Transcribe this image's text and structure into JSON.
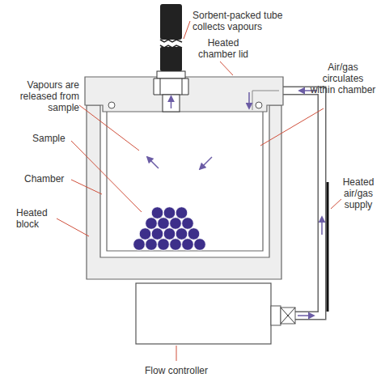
{
  "diagram": {
    "labels": [
      "Sorbent-packed tube collects vapours",
      "Heated chamber lid",
      "Vapours are released from sample",
      "Air/gas circulates within chamber",
      "Sample",
      "Chamber",
      "Heated block",
      "Heated air/gas supply",
      "Flow controller"
    ]
  }
}
